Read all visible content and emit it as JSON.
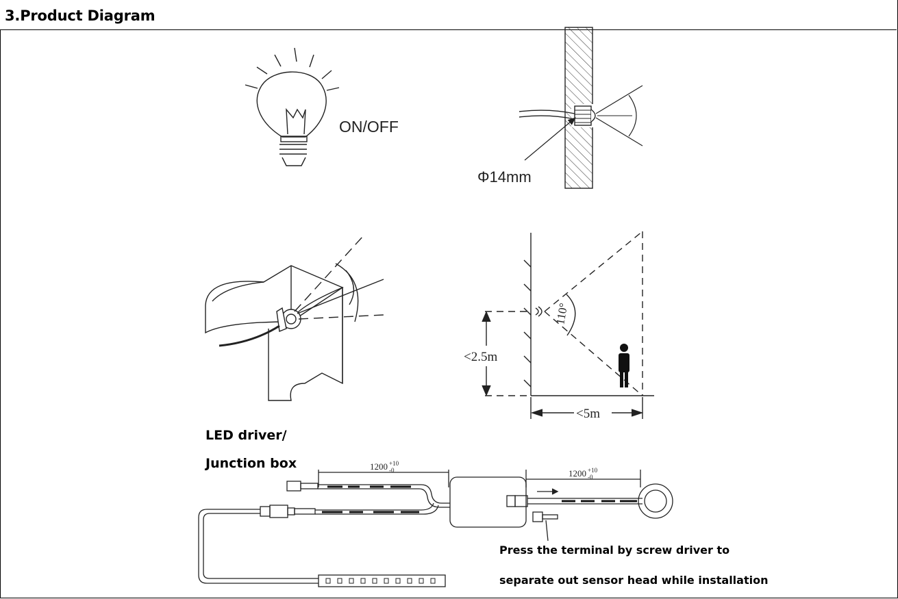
{
  "header": {
    "title": "3.Product Diagram"
  },
  "labels": {
    "on_off": "ON/OFF",
    "diameter": "Φ14mm",
    "angle": "110°",
    "height": "<2.5m",
    "distance": "<5m",
    "led_driver_line1": "LED driver/",
    "led_driver_line2": "Junction box",
    "length_left_base": "1200",
    "length_left_sup": "+10",
    "length_left_sub": "-0",
    "length_right_base": "1200",
    "length_right_sup": "+10",
    "length_right_sub": "-0",
    "note_line1": "Press the terminal by screw driver to",
    "note_line2": "separate out sensor head while installation"
  }
}
